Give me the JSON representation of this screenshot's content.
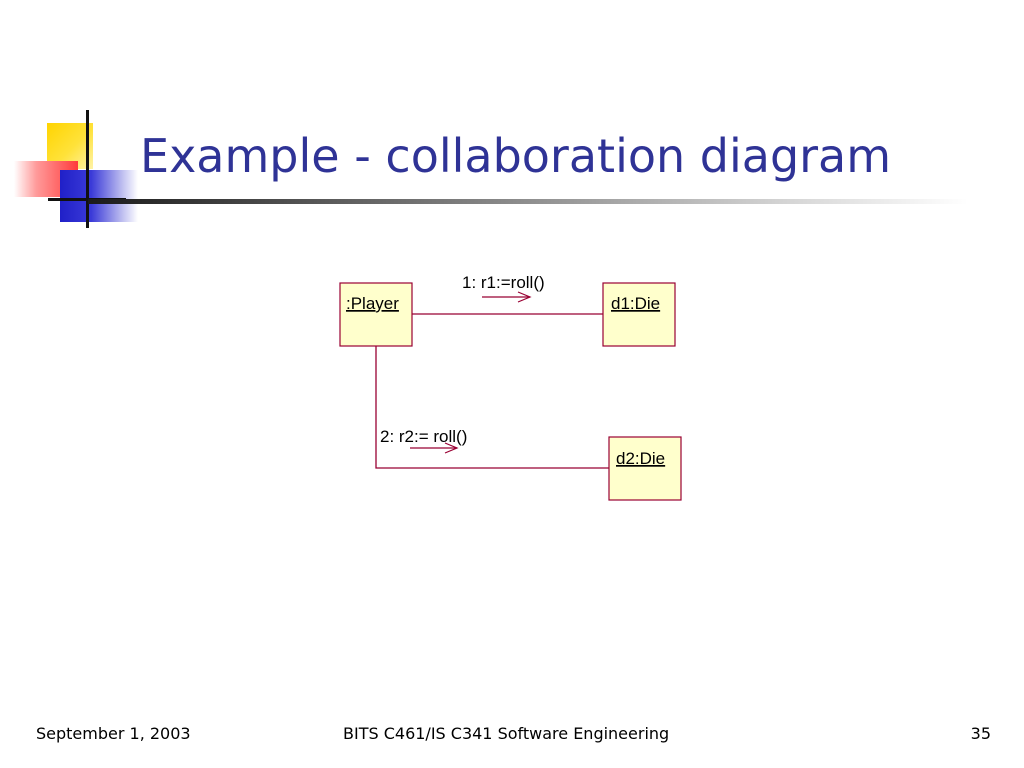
{
  "slide": {
    "title": "Example - collaboration diagram"
  },
  "diagram": {
    "objects": [
      {
        "id": "player",
        "label": ":Player"
      },
      {
        "id": "d1",
        "label": "d1:Die"
      },
      {
        "id": "d2",
        "label": "d2:Die"
      }
    ],
    "links": [
      {
        "from": "player",
        "to": "d1",
        "message": "1: r1:=roll()"
      },
      {
        "from": "player",
        "to": "d2",
        "message": "2: r2:= roll()"
      }
    ],
    "colors": {
      "object_fill": "#ffffcc",
      "object_border": "#990033",
      "link": "#990033",
      "title": "#2f3396"
    }
  },
  "footer": {
    "date": "September 1, 2003",
    "course": "BITS C461/IS C341 Software Engineering",
    "page_number": "35"
  }
}
